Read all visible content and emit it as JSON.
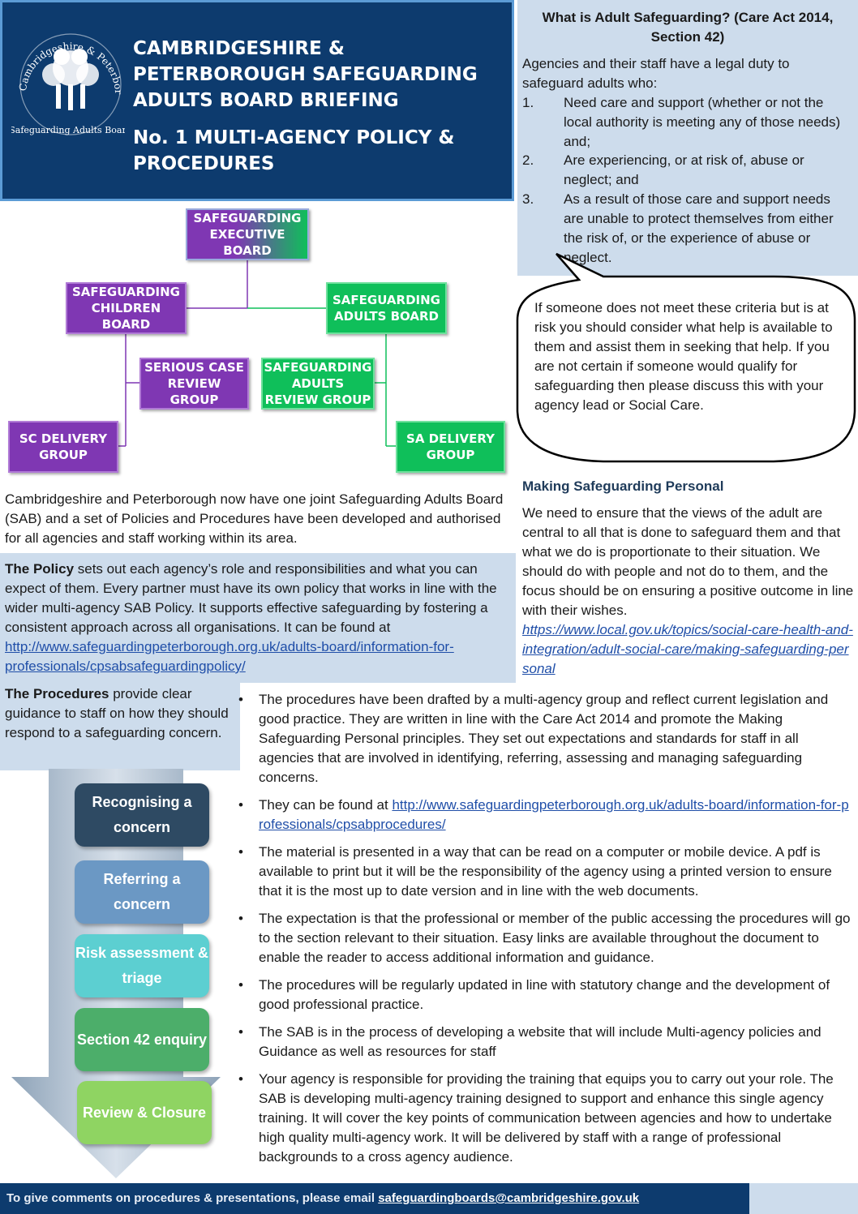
{
  "header": {
    "logo_text": "Cambridgeshire & Peterborough Safeguarding Adults Board",
    "title": "CAMBRIDGESHIRE & PETERBOROUGH SAFEGUARDING ADULTS BOARD BRIEFING",
    "subtitle": "No. 1  MULTI-AGENCY POLICY & PROCEDURES"
  },
  "org_chart": {
    "executive": "SAFEGUARDING EXECUTIVE BOARD",
    "children_board": "SAFEGUARDING CHILDREN BOARD",
    "adults_board": "SAFEGUARDING ADULTS BOARD",
    "serious_case": "SERIOUS CASE REVIEW GROUP",
    "adults_review": "SAFEGUARDING ADULTS REVIEW GROUP",
    "sc_delivery": "SC DELIVERY GROUP",
    "sa_delivery": "SA DELIVERY GROUP"
  },
  "intro": "Cambridgeshire and Peterborough now have one joint Safeguarding Adults Board (SAB) and a set of Policies and Procedures have been developed and authorised for all agencies and staff working within its area.",
  "policy": {
    "lead": "The Policy",
    "text": " sets out each agency’s role and responsibilities and what you can expect of them.  Every partner must have its own policy that works in line with the wider multi-agency SAB Policy.  It supports effective safeguarding by fostering a consistent approach across all organisations.  It can be found at ",
    "link": "http://www.safeguardingpeterborough.org.uk/adults-board/information-for-professionals/cpsabsafeguardingpolicy/"
  },
  "procedures": {
    "lead": "The Procedures",
    "text": " provide clear guidance to staff on how they should respond to a safeguarding concern."
  },
  "safeguarding": {
    "heading": "What is Adult Safeguarding? (Care Act 2014, Section 42)",
    "intro": "Agencies and their staff have a legal duty to safeguard adults who:",
    "criteria": [
      {
        "num": "1.",
        "text": "Need care and support (whether or not the local authority is meeting any of those needs) and;"
      },
      {
        "num": "2.",
        "text": "Are experiencing, or at risk of, abuse or neglect; and"
      },
      {
        "num": "3.",
        "text": "As a result of those care and support needs are unable to protect themselves from either the risk of, or the experience of abuse or neglect."
      }
    ],
    "bubble": "If someone does not meet these criteria but is at risk you should consider what help is available to them and assist them in seeking that help.  If you are not certain if someone would qualify for safeguarding then please discuss this with your agency lead or Social Care."
  },
  "msp": {
    "heading": "Making Safeguarding Personal",
    "text": "We need to ensure that the views of the adult are central to all that is done to safeguard them and that what we do is proportionate to their situation.  We should do with people and not do to them, and the focus should be on ensuring a positive outcome in line with their wishes.",
    "link": "https://www.local.gov.uk/topics/social-care-health-and-integration/adult-social-care/making-safeguarding-personal"
  },
  "bullets": [
    "The procedures have been drafted by a multi-agency group and reflect current legislation and good practice.  They are written in line with the Care Act 2014 and promote the Making Safeguarding Personal principles.  They set out expectations and standards for staff in all agencies that are involved in identifying, referring, assessing and managing safeguarding concerns.",
    "They can be found at ",
    "The material is presented in a way that can be read on a computer or mobile device.  A pdf is available to print but it will be the responsibility of the agency using a printed version to ensure that it is the most up to date version and in line with the web documents.",
    "The expectation is that the professional or member of the public accessing the procedures will go to the section relevant to their situation.  Easy links are available throughout the document to enable the reader to access additional information and guidance.",
    "The procedures will be regularly updated in line with statutory change and the development of good professional practice.",
    "The SAB is in the process of developing a website that will include Multi-agency policies and Guidance as well as resources for staff",
    "Your agency is responsible for providing the training that equips you to carry out your role.  The SAB is developing multi-agency training designed to support and enhance this single agency training.  It will cover the key points of communication between agencies and how to undertake high quality multi-agency work.  It will be delivered by staff with a range of professional backgrounds to a cross agency audience."
  ],
  "procedures_link": "http://www.safeguardingpeterborough.org.uk/adults-board/information-for-professionals/cpsabprocedures/",
  "process_steps": [
    {
      "label": "Recognising a concern",
      "color": "#2e4a63"
    },
    {
      "label": "Referring a concern",
      "color": "#6b98c4"
    },
    {
      "label": "Risk assessment & triage",
      "color": "#5ccfd1"
    },
    {
      "label": "Section 42 enquiry",
      "color": "#4cae6a"
    },
    {
      "label": "Review & Closure",
      "color": "#8fd462"
    }
  ],
  "footer": {
    "text": "To give comments on procedures & presentations, please email ",
    "email": "safeguardingboards@cambridgeshire.gov.uk"
  }
}
